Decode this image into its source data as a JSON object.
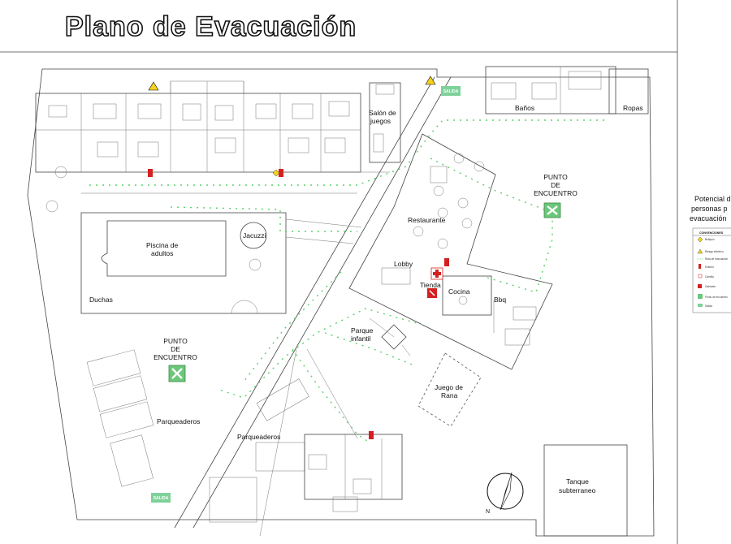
{
  "title": "Plano de Evacuación",
  "labels": {
    "salon_juegos_1": "Salón de",
    "salon_juegos_2": "juegos",
    "banos": "Baños",
    "ropas": "Ropas",
    "restaurante": "Restaurante",
    "jacuzzi": "Jacuzzi",
    "piscina_1": "Piscina de",
    "piscina_2": "adultos",
    "duchas": "Duchas",
    "lobby": "Lobby",
    "tienda": "Tienda",
    "cocina": "Cocina",
    "bbq": "Bbq",
    "parque_1": "Parque",
    "parque_2": "infantil",
    "rana_1": "Juego de",
    "rana_2": "Rana",
    "parqueaderos_left": "Parqueaderos",
    "parqueaderos_center": "Parqueaderos",
    "tanque_1": "Tanque",
    "tanque_2": "subterraneo"
  },
  "meeting_points": [
    {
      "line1": "PUNTO",
      "line2": "DE",
      "line3": "ENCUENTRO"
    },
    {
      "line1": "PUNTO",
      "line2": "DE",
      "line3": "ENCUENTRO"
    }
  ],
  "exit_label": "SALIDA",
  "side_text": {
    "line1": "Potencial d",
    "line2": "personas p",
    "line3": "evacuación"
  },
  "legend": {
    "title": "CONVENCIONES",
    "items": [
      "Botiquín",
      "Riesgo eléctrico",
      "Ruta de evacuación",
      "Extintor",
      "Camilla",
      "Gabinete",
      "Punto de encuentro",
      "Salida"
    ]
  },
  "colors": {
    "route": "#58d068",
    "exit": "#7fd19a",
    "meeting": "#6cc77a",
    "extinguisher": "#d42020",
    "warning": "#f4d21f"
  }
}
